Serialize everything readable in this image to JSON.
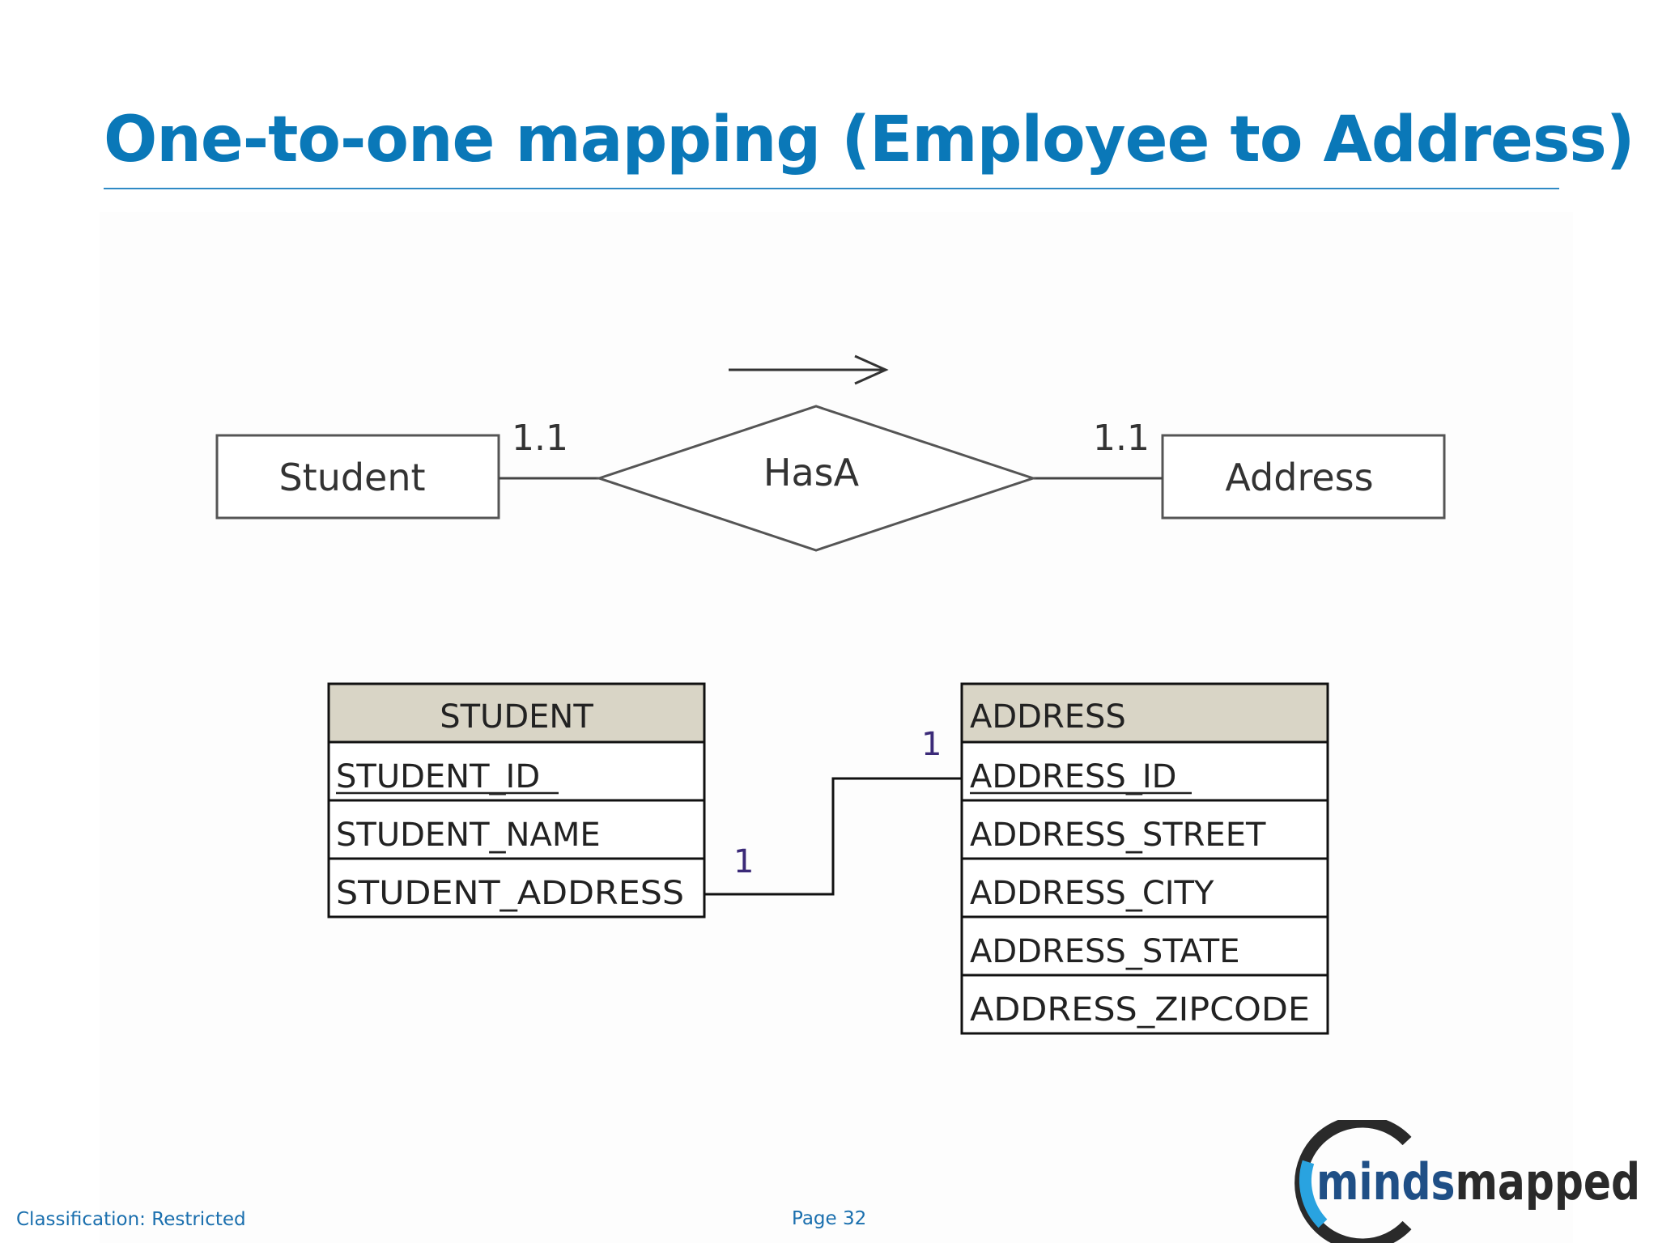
{
  "slide": {
    "title": "One-to-one mapping (Employee to Address)",
    "footer_classification": "Classification: Restricted",
    "footer_page": "Page 32"
  },
  "er_diagram": {
    "entity_left": "Student",
    "entity_right": "Address",
    "relationship": "HasA",
    "cardinality_left": "1.1",
    "cardinality_right": "1.1",
    "direction": "left-to-right"
  },
  "tables": {
    "student": {
      "header": "STUDENT",
      "rows": [
        "STUDENT_ID",
        "STUDENT_NAME",
        "STUDENT_ADDRESS"
      ],
      "primary_key": "STUDENT_ID"
    },
    "address": {
      "header": "ADDRESS",
      "rows": [
        "ADDRESS_ID",
        "ADDRESS_STREET",
        "ADDRESS_CITY",
        "ADDRESS_STATE",
        "ADDRESS_ZIPCODE"
      ],
      "primary_key": "ADDRESS_ID"
    },
    "link": {
      "from": "STUDENT_ADDRESS",
      "to": "ADDRESS_ID",
      "from_cardinality": "1",
      "to_cardinality": "1"
    }
  },
  "logo": {
    "text_part1": "minds",
    "text_part2": "mapped",
    "ring_color": "#2a2a2a",
    "accent_color": "#29a3e0",
    "text_color_1": "#1f4f86",
    "text_color_2": "#2a2a2a"
  },
  "colors": {
    "title": "#0a78b8",
    "table_header_bg": "#d9d5c6",
    "cardinality_text": "#3b2a78"
  }
}
